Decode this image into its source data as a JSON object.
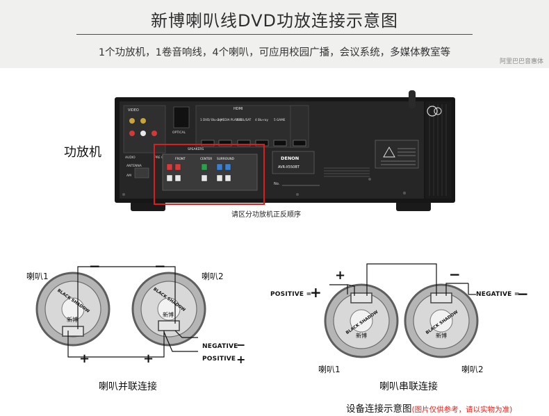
{
  "header": {
    "title": "新博喇叭线DVD功放连接示意图",
    "subtitle": "1个功放机，1卷音响线，4个喇叭，可应用校园广播，会议系统，多媒体教室等",
    "watermark": "阿里巴巴音惠体"
  },
  "amplifier": {
    "label": "功放机",
    "caption": "请区分功放机正反顺序",
    "brand": "DENON",
    "model": "AVR-X550BT",
    "panel_labels": {
      "video": "VIDEO",
      "hdmi": "HDMI",
      "speakers": "SPEAKERS",
      "front": "FRONT",
      "center": "CENTER",
      "surround": "SURROUND",
      "antenna": "ANTENNA",
      "audio": "AUDIO",
      "am": "AM",
      "preout": "PRE OUT",
      "optical": "OPTICAL",
      "inputs": [
        "1 DVD/ Blu-ray",
        "2 MEDIA PLAYER",
        "3 CBL/SAT",
        "4 Blu-ray",
        "5 GAME"
      ],
      "no": "No."
    },
    "colors": {
      "highlight": "#e01b1b",
      "body": "#151515",
      "panel": "#2a2a2a"
    }
  },
  "parallel": {
    "speaker1_label": "喇叭1",
    "speaker2_label": "喇叭2",
    "negative_label": "NEGATIVE",
    "positive_label": "POSITIVE",
    "caption": "喇叭并联连接",
    "speaker_text": "新博",
    "speaker_brand": "BLACK SHADOW"
  },
  "series": {
    "positive_label": "POSITIVE =",
    "negative_label": "NEGATIVE =",
    "speaker1_label": "喇叭1",
    "speaker2_label": "喇叭2",
    "caption": "喇叭串联连接",
    "speaker_text": "新博",
    "speaker_brand": "BLACK SHADOW"
  },
  "footer": {
    "text": "设备连接示意图",
    "note": "(图片仅供参考，请以实物为准)"
  },
  "symbols": {
    "plus": "+",
    "minus": "−"
  }
}
